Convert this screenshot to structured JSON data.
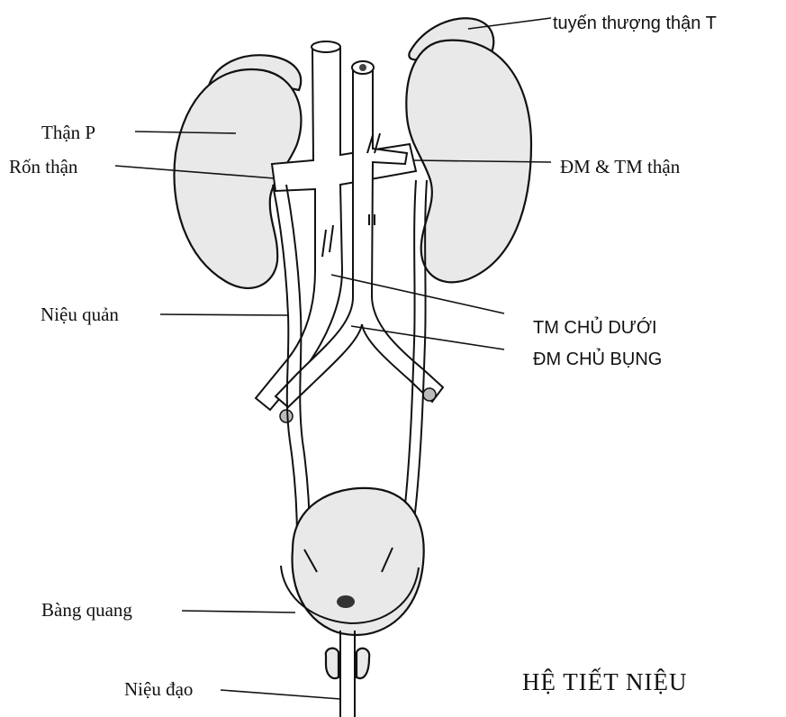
{
  "diagram": {
    "title": "HỆ TIẾT NIỆU",
    "labels": {
      "adrenal_left": "tuyến thượng thận T",
      "kidney_right": "Thận P",
      "renal_hilum": "Rốn thận",
      "renal_vessels": "ĐM & TM thận",
      "ureter": "Niệu quản",
      "inferior_vena_cava": "TM CHỦ DƯỚI",
      "abdominal_aorta": "ĐM CHỦ BỤNG",
      "bladder": "Bàng quang",
      "urethra": "Niệu đạo"
    }
  }
}
